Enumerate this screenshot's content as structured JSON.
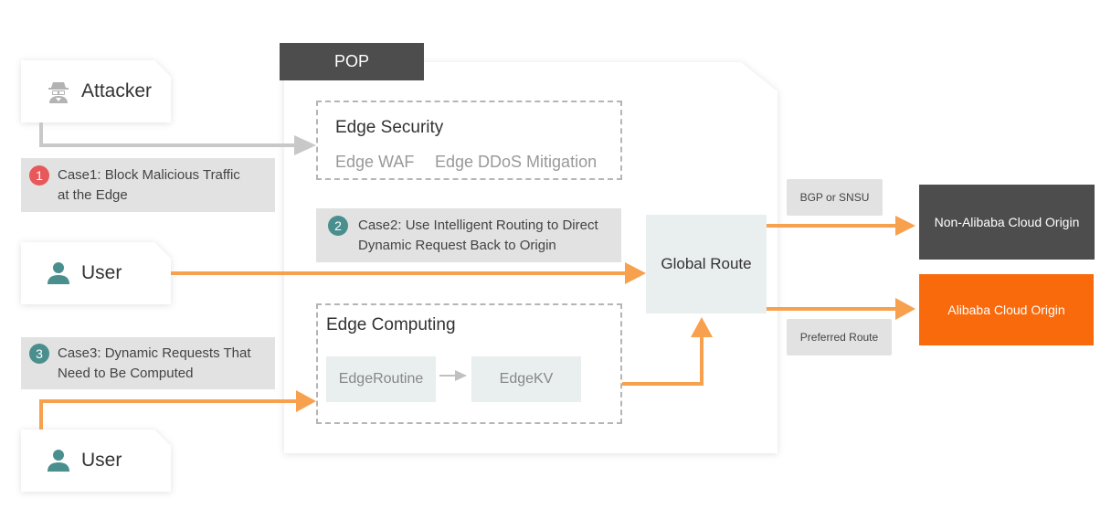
{
  "pop": {
    "label": "POP"
  },
  "actors": [
    {
      "label": "Attacker",
      "icon": "spy-icon"
    },
    {
      "label": "User",
      "icon": "user-icon"
    },
    {
      "label": "User",
      "icon": "user-icon"
    }
  ],
  "cases": [
    {
      "number": "1",
      "text": "Case1: Block Malicious Traffic at the Edge",
      "line1": "Case1: Block Malicious Traffic",
      "line2": "at the Edge",
      "color": "#e8585a"
    },
    {
      "number": "2",
      "text": "Case2: Use Intelligent Routing to Direct Dynamic Request Back to Origin",
      "line1": "Case2: Use Intelligent Routing to Direct",
      "line2": "Dynamic Request Back to Origin",
      "color": "#4a8f8d"
    },
    {
      "number": "3",
      "text": "Case3: Dynamic Requests That Need to Be Computed",
      "line1": "Case3: Dynamic Requests That",
      "line2": "Need to Be Computed",
      "color": "#4a8f8d"
    }
  ],
  "edge_security": {
    "title": "Edge Security",
    "items": [
      "Edge WAF",
      "Edge DDoS Mitigation"
    ]
  },
  "edge_computing": {
    "title": "Edge Computing",
    "items": [
      "EdgeRoutine",
      "EdgeKV"
    ]
  },
  "global_route": {
    "label": "Global Route"
  },
  "routes": [
    {
      "label": "BGP or SNSU",
      "target": "Non-Alibaba Cloud Origin",
      "target_color": "#4d4d4d"
    },
    {
      "label": "Preferred Route",
      "target": "Alibaba Cloud Origin",
      "target_color": "#f96a0c"
    }
  ],
  "colors": {
    "flow_orange": "#f7a04d",
    "flow_gray": "#c8c8c8",
    "user_icon": "#4a8f8d",
    "attacker_icon": "#b3b3b3"
  }
}
